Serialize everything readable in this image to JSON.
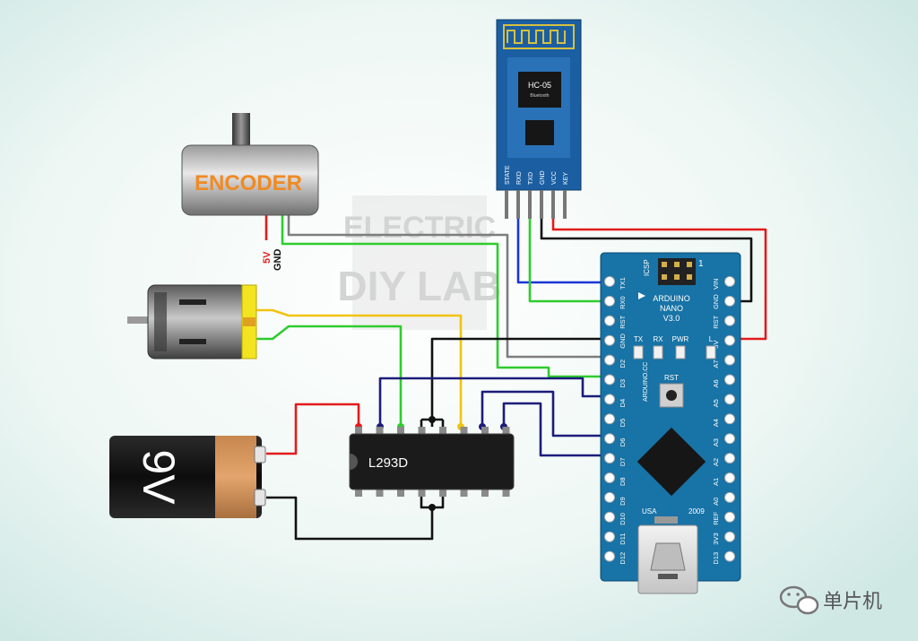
{
  "encoder": {
    "label": "ENCODER",
    "pin_5v": "5V",
    "pin_gnd": "GND"
  },
  "watermark": {
    "line1": "ELECTRIC",
    "line2": "DIY LAB"
  },
  "bluetooth": {
    "model": "HC-05",
    "sub": "Bluetooth",
    "pins": [
      "STATE",
      "RXD",
      "TXD",
      "GND",
      "VCC",
      "KEY"
    ]
  },
  "battery": {
    "label": "9V"
  },
  "driver_ic": {
    "label": "L293D"
  },
  "arduino": {
    "title": "ARDUINO",
    "model": "NANO",
    "version": "V3.0",
    "icsp": "ICSP",
    "icsp_pin1": "1",
    "leds": [
      "TX",
      "RX",
      "PWR",
      "L"
    ],
    "rst_button": "RST",
    "brand": "ARDUINO.CC",
    "usa": "USA",
    "year": "2009",
    "left_pins": [
      "TX1",
      "RX0",
      "RST",
      "GND",
      "D2",
      "D3",
      "D4",
      "D5",
      "D6",
      "D7",
      "D8",
      "D9",
      "D10",
      "D11",
      "D12"
    ],
    "right_pins": [
      "VIN",
      "GND",
      "RST",
      "5V",
      "A7",
      "A6",
      "A5",
      "A4",
      "A3",
      "A2",
      "A1",
      "A0",
      "REF",
      "3V3",
      "D13"
    ]
  },
  "footer": {
    "brand": "单片机",
    "icon": "wechat-icon"
  },
  "colors": {
    "board": "#1873a6",
    "red": "#e31b1b",
    "green": "#2ecc2e",
    "blue": "#1a35d6",
    "yellow": "#f2c30f",
    "navy": "#1c1c7a"
  }
}
